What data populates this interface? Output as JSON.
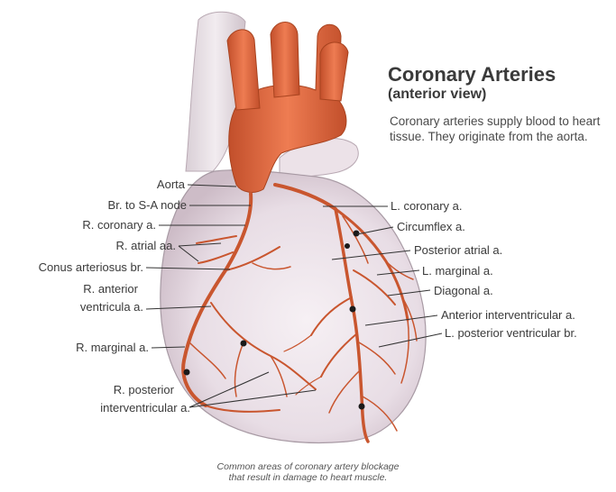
{
  "title": "Coronary Arteries",
  "subtitle": "(anterior view)",
  "description": "Coronary arteries supply blood to heart tissue. They originate from the aorta.",
  "labels_left": [
    "Aorta",
    "Br. to S-A node",
    "R. coronary a.",
    "R. atrial aa.",
    "Conus arteriosus br.",
    "R. anterior",
    "ventricula a.",
    "R. marginal a.",
    "R. posterior",
    "interventricular a."
  ],
  "labels_right": [
    "L. coronary a.",
    "Circumflex a.",
    "Posterior atrial a.",
    "L. marginal a.",
    "Diagonal a.",
    "Anterior interventricular a.",
    "L. posterior ventricular br."
  ],
  "caption_line1": "Common areas of coronary artery blockage",
  "caption_line2": "that result in damage to heart muscle.",
  "colors": {
    "heart_tissue": "#efe6ec",
    "artery": "#c9562f",
    "aorta": "#e06a3f",
    "leader_line": "#333333",
    "blockage_dot": "#1a1a1a"
  }
}
